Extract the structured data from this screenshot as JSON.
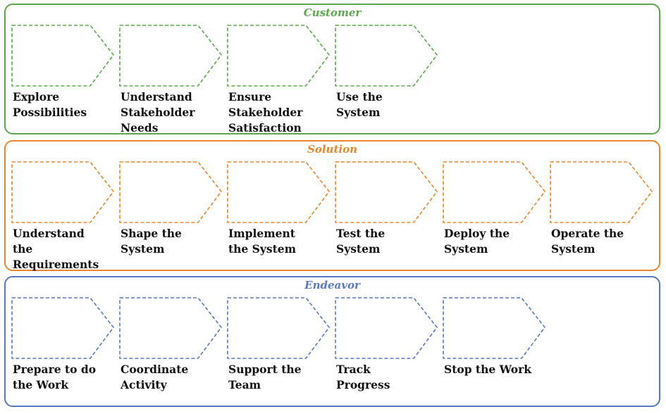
{
  "areas": [
    {
      "key": "customer",
      "title": "Customer",
      "color": "#5aaa4a",
      "activities": [
        {
          "label": "Explore\nPossibilities"
        },
        {
          "label": "Understand\nStakeholder\nNeeds"
        },
        {
          "label": "Ensure\nStakeholder\nSatisfaction"
        },
        {
          "label": "Use the\nSystem"
        }
      ]
    },
    {
      "key": "solution",
      "title": "Solution",
      "color": "#e8872a",
      "activities": [
        {
          "label": "Understand\nthe\nRequirements"
        },
        {
          "label": "Shape the\nSystem"
        },
        {
          "label": "Implement\nthe System"
        },
        {
          "label": "Test the\nSystem"
        },
        {
          "label": "Deploy the\nSystem"
        },
        {
          "label": "Operate the\nSystem"
        }
      ]
    },
    {
      "key": "endeavor",
      "title": "Endeavor",
      "color": "#5878c4",
      "activities": [
        {
          "label": "Prepare to do\nthe Work"
        },
        {
          "label": "Coordinate\nActivity"
        },
        {
          "label": "Support the\nTeam"
        },
        {
          "label": "Track\nProgress"
        },
        {
          "label": "Stop the Work"
        }
      ]
    }
  ]
}
